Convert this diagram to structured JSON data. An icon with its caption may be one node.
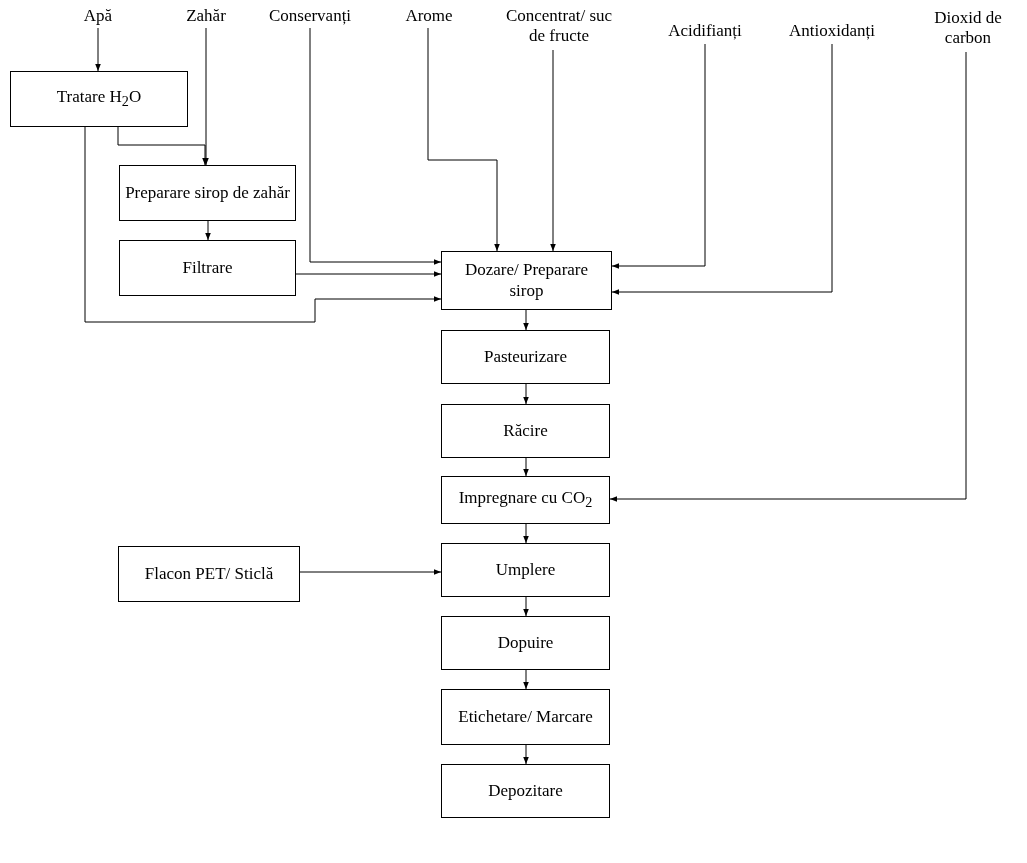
{
  "diagram": {
    "nodes": [
      {
        "text": [
          "Apă"
        ]
      },
      {
        "text": [
          "Zahăr"
        ]
      },
      {
        "text": [
          "Conservanți"
        ]
      },
      {
        "text": [
          "Arome"
        ]
      },
      {
        "text": [
          "Concentrat/ suc de fructe"
        ]
      },
      {
        "text": [
          "Acidifianți"
        ]
      },
      {
        "text": [
          "Antioxidanți"
        ]
      },
      {
        "text": [
          "Dioxid de carbon"
        ]
      },
      {
        "text": [
          "Tratare H$_{2}$O"
        ]
      },
      {
        "text": [
          "Preparare sirop de zahăr"
        ]
      },
      {
        "text": [
          "Filtrare"
        ]
      },
      {
        "text": [
          "Dozare/ Preparare sirop"
        ]
      },
      {
        "text": [
          "Pasteurizare"
        ]
      },
      {
        "text": [
          "Răcire"
        ]
      },
      {
        "text": [
          "Impregnare cu CO$_{2}$"
        ]
      },
      {
        "text": [
          "Flacon PET/ Sticlă"
        ]
      },
      {
        "text": [
          "Umplere"
        ]
      },
      {
        "text": [
          "Dopuire"
        ]
      },
      {
        "text": [
          "Etichetare/ Marcare"
        ]
      },
      {
        "text": [
          "Depozitare"
        ]
      }
    ],
    "edges": [
      {
        "from": 0,
        "to": 8,
        "arrow": "to"
      },
      {
        "from": 8,
        "to": 9,
        "arrow": "to"
      },
      {
        "from": 1,
        "to": 9,
        "arrow": "to"
      },
      {
        "from": 9,
        "to": 10,
        "arrow": "to"
      },
      {
        "from": 2,
        "to": 11,
        "arrow": "to"
      },
      {
        "from": 3,
        "to": 11,
        "arrow": "to"
      },
      {
        "from": 4,
        "to": 11,
        "arrow": "to"
      },
      {
        "from": 5,
        "to": 11,
        "arrow": "to"
      },
      {
        "from": 6,
        "to": 11,
        "arrow": "to"
      },
      {
        "from": 10,
        "to": 11,
        "arrow": "to"
      },
      {
        "from": 8,
        "to": 11,
        "arrow": "to"
      },
      {
        "from": 11,
        "to": 12,
        "arrow": "to"
      },
      {
        "from": 12,
        "to": 13,
        "arrow": "to"
      },
      {
        "from": 13,
        "to": 14,
        "arrow": "to"
      },
      {
        "from": 7,
        "to": 14,
        "arrow": "to"
      },
      {
        "from": 15,
        "to": 16,
        "arrow": "to"
      },
      {
        "from": 14,
        "to": 16,
        "arrow": "to"
      },
      {
        "from": 16,
        "to": 17,
        "arrow": "to"
      },
      {
        "from": 17,
        "to": 18,
        "arrow": "to"
      },
      {
        "from": 18,
        "to": 19,
        "arrow": "to"
      }
    ]
  }
}
